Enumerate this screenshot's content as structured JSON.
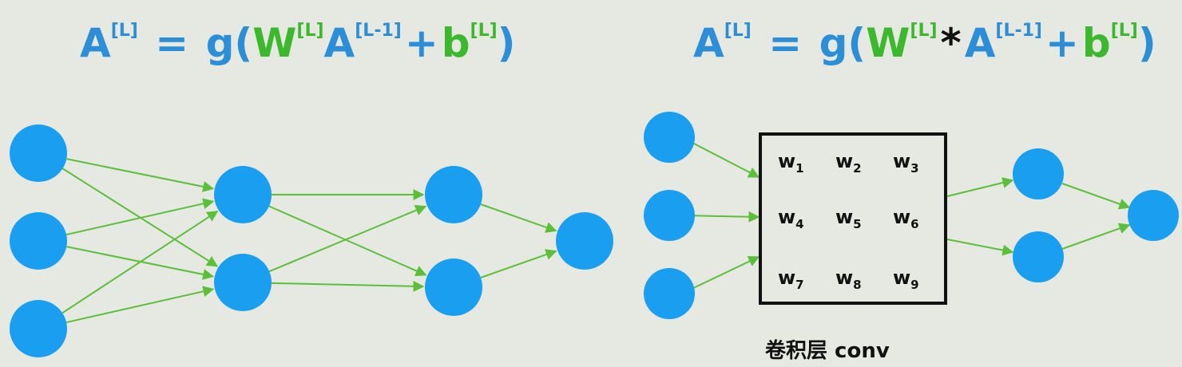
{
  "formulas": {
    "left": {
      "A": "A",
      "A_sup": "[L]",
      "eq": "=",
      "g": "g(",
      "W": "W",
      "W_sup": "[L]",
      "A2": "A",
      "A2_sup": "[L-1]",
      "plus": "+",
      "b": "b",
      "b_sup": "[L]",
      "close": ")"
    },
    "right": {
      "A": "A",
      "A_sup": "[L]",
      "eq": "=",
      "g": "g(",
      "W": "W",
      "W_sup": "[L]",
      "star": "*",
      "A2": "A",
      "A2_sup": "[L-1]",
      "plus": "+",
      "b": "b",
      "b_sup": "[L]",
      "close": ")"
    }
  },
  "conv": {
    "caption": "卷积层 conv",
    "weights": [
      {
        "base": "w",
        "sub": "1"
      },
      {
        "base": "w",
        "sub": "2"
      },
      {
        "base": "w",
        "sub": "3"
      },
      {
        "base": "w",
        "sub": "4"
      },
      {
        "base": "w",
        "sub": "5"
      },
      {
        "base": "w",
        "sub": "6"
      },
      {
        "base": "w",
        "sub": "7"
      },
      {
        "base": "w",
        "sub": "8"
      },
      {
        "base": "w",
        "sub": "9"
      }
    ]
  },
  "colors": {
    "node": "#1a9ff0",
    "edge": "#5cbf3a",
    "blue_text": "#2b8ed6",
    "green_text": "#3bb82b",
    "background": "#e6e8e2"
  }
}
